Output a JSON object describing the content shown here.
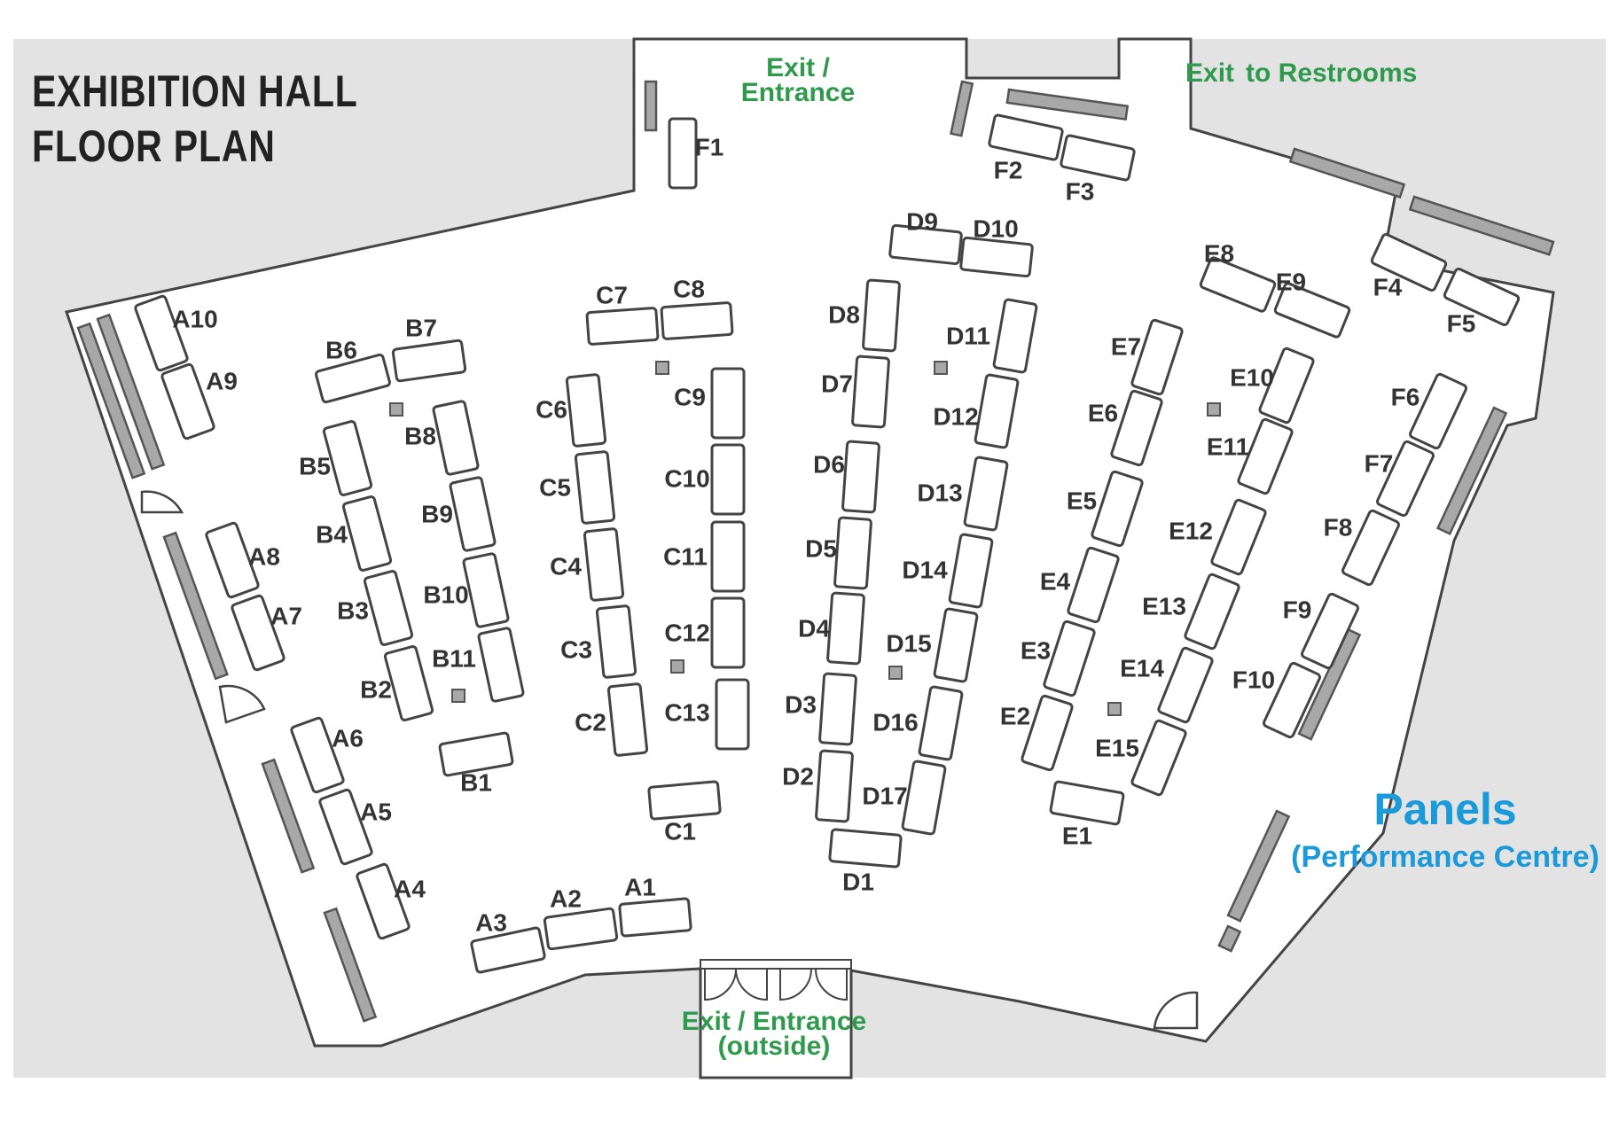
{
  "title": {
    "line1": "EXHIBITION HALL",
    "line2": "FLOOR PLAN"
  },
  "exits": {
    "top_line1": "Exit /",
    "top_line2": "Entrance",
    "restrooms_exit": "Exit",
    "restrooms_to": "to Restrooms",
    "bottom_line1": "Exit / Entrance",
    "bottom_line2": "(outside)"
  },
  "panels": {
    "title": "Panels",
    "subtitle": "(Performance Centre)"
  },
  "colors": {
    "exit": "#2e9a4c",
    "panels": "#1a9ad8",
    "outside": "#e3e3e3",
    "fixture": "#a8a8a8"
  },
  "booths": [
    "A1",
    "A2",
    "A3",
    "A4",
    "A5",
    "A6",
    "A7",
    "A8",
    "A9",
    "A10",
    "B1",
    "B2",
    "B3",
    "B4",
    "B5",
    "B6",
    "B7",
    "B8",
    "B9",
    "B10",
    "B11",
    "C1",
    "C2",
    "C3",
    "C4",
    "C5",
    "C6",
    "C7",
    "C8",
    "C9",
    "C10",
    "C11",
    "C12",
    "C13",
    "D1",
    "D2",
    "D3",
    "D4",
    "D5",
    "D6",
    "D7",
    "D8",
    "D9",
    "D10",
    "D11",
    "D12",
    "D13",
    "D14",
    "D15",
    "D16",
    "D17",
    "E1",
    "E2",
    "E3",
    "E4",
    "E5",
    "E6",
    "E7",
    "E8",
    "E9",
    "E10",
    "E11",
    "E12",
    "E13",
    "E14",
    "E15",
    "F1",
    "F2",
    "F3",
    "F4",
    "F5",
    "F6",
    "F7",
    "F8",
    "F9",
    "F10"
  ]
}
